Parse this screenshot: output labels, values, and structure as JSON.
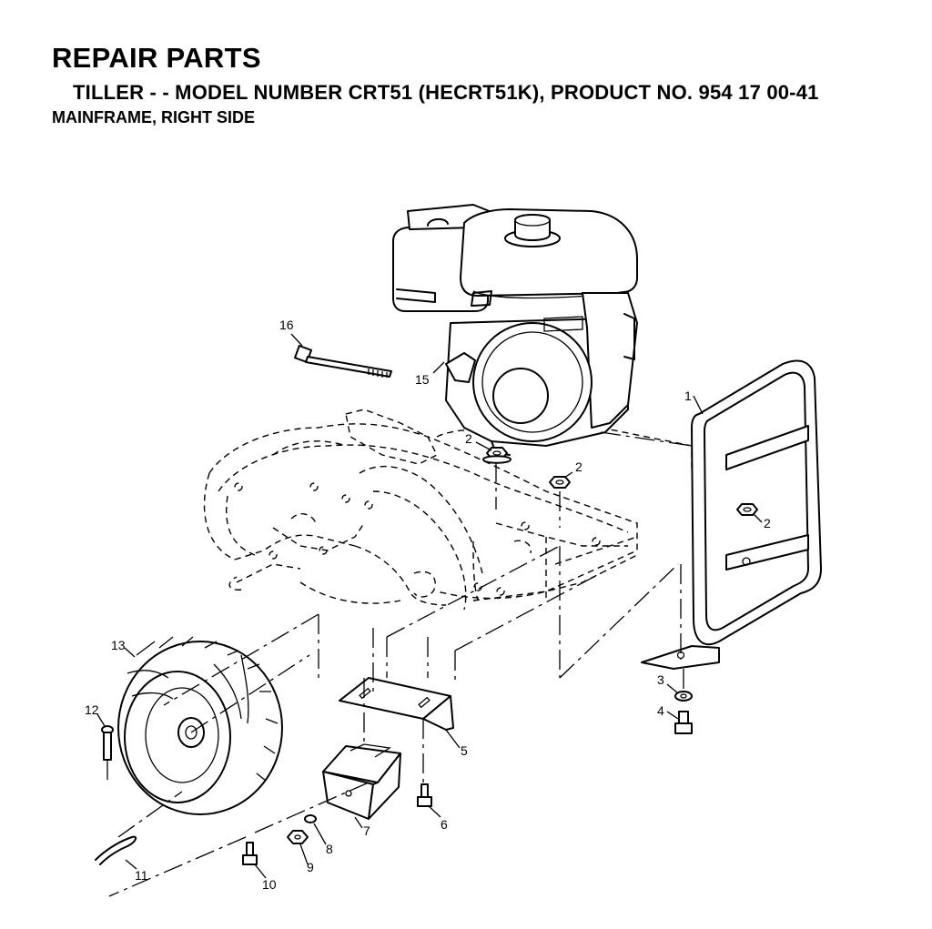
{
  "header": {
    "title": "REPAIR PARTS",
    "subtitle": "TILLER - - MODEL NUMBER CRT51 (HECRT51K), PRODUCT NO. 954 17 00-41",
    "section": "MAINFRAME, RIGHT SIDE"
  },
  "callouts": {
    "c1": "1",
    "c2a": "2",
    "c2b": "2",
    "c2c": "2",
    "c3": "3",
    "c4": "4",
    "c5": "5",
    "c6": "6",
    "c7": "7",
    "c8": "8",
    "c9": "9",
    "c10": "10",
    "c11": "11",
    "c12": "12",
    "c13": "13",
    "c15": "15",
    "c16": "16"
  }
}
